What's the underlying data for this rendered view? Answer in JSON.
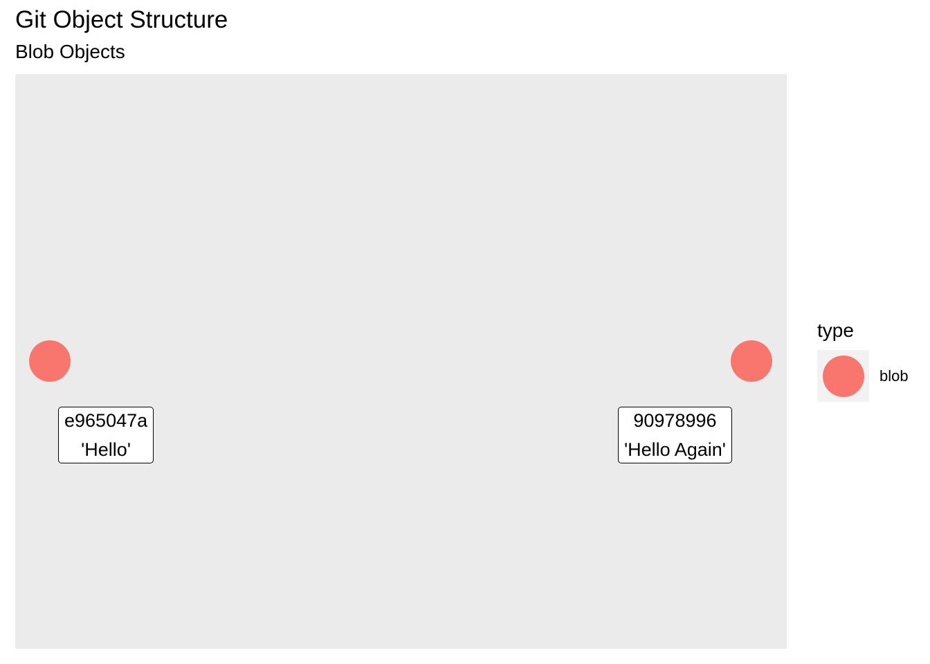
{
  "title": "Git Object Structure",
  "subtitle": "Blob Objects",
  "colors": {
    "panel_background": "#EBEBEB",
    "blob": "#F8766D",
    "legend_key_background": "#F2F2F2"
  },
  "nodes": [
    {
      "id": "e965047a",
      "content": "'Hello'",
      "type": "blob"
    },
    {
      "id": "90978996",
      "content": "'Hello Again'",
      "type": "blob"
    }
  ],
  "legend": {
    "title": "type",
    "items": [
      {
        "label": "blob",
        "color": "#F8766D"
      }
    ]
  }
}
